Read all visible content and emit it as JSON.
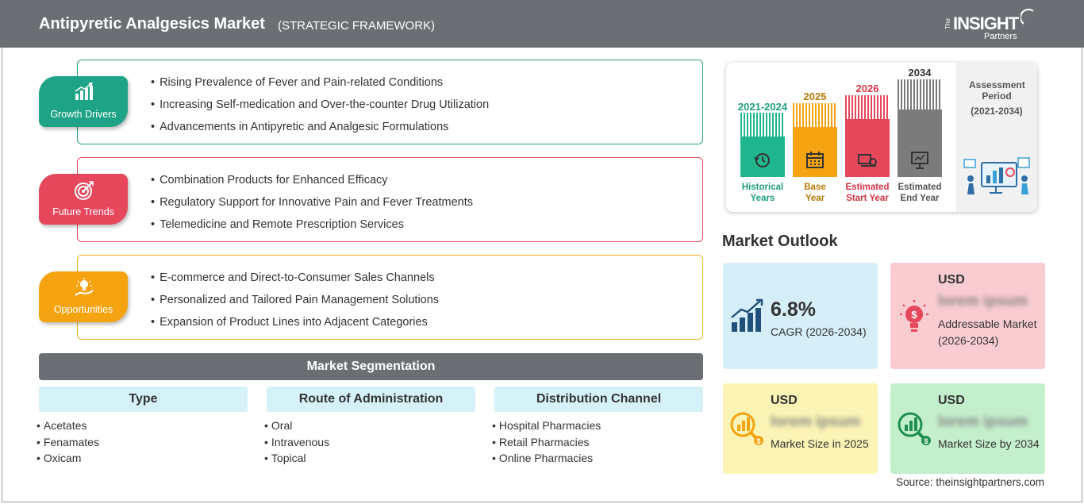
{
  "header": {
    "title": "Antipyretic Analgesics Market",
    "subtitle": "(STRATEGIC FRAMEWORK)",
    "logo": {
      "the": "The",
      "insight": "INSIGHT",
      "partners": "Partners"
    }
  },
  "framework": [
    {
      "label": "Growth Drivers",
      "color": "#1fa386",
      "icon": "bar-chart-icon",
      "items": [
        "Rising Prevalence of Fever and Pain-related Conditions",
        "Increasing Self-medication and Over-the-counter Drug Utilization",
        "Advancements in Antipyretic and Analgesic Formulations"
      ]
    },
    {
      "label": "Future Trends",
      "color": "#e7475b",
      "icon": "target-icon",
      "items": [
        "Combination Products for Enhanced Efficacy",
        "Regulatory Support for Innovative Pain and Fever Treatments",
        "Telemedicine and Remote Prescription Services"
      ]
    },
    {
      "label": "Opportunities",
      "color": "#f5a311",
      "icon": "lightbulb-hand-icon",
      "items": [
        "E-commerce and Direct-to-Consumer Sales Channels",
        "Personalized and Tailored Pain Management Solutions",
        "Expansion of Product Lines into Adjacent Categories"
      ]
    }
  ],
  "segmentation": {
    "title": "Market Segmentation",
    "columns": [
      {
        "heading": "Type",
        "items": [
          "Acetates",
          "Fenamates",
          "Oxicam"
        ]
      },
      {
        "heading": "Route of Administration",
        "items": [
          "Oral",
          "Intravenous",
          "Topical"
        ]
      },
      {
        "heading": "Distribution Channel",
        "items": [
          "Hospital Pharmacies",
          "Retail Pharmacies",
          "Online Pharmacies"
        ]
      }
    ]
  },
  "timeline": {
    "periods": [
      {
        "year": "2021-2024",
        "caption1": "Historical",
        "caption2": "Years",
        "color": "#1fb58f",
        "year_color": "#1f9e7f",
        "icon": "history-icon"
      },
      {
        "year": "2025",
        "caption1": "Base",
        "caption2": "Year",
        "color": "#f5a311",
        "year_color": "#b87a06",
        "icon": "calendar-icon"
      },
      {
        "year": "2026",
        "caption1": "Estimated",
        "caption2": "Start Year",
        "color": "#e7475b",
        "year_color": "#d63346",
        "icon": "projector-icon"
      },
      {
        "year": "2034",
        "caption1": "Estimated",
        "caption2": "End Year",
        "color": "#7b7b7b",
        "year_color": "#333333",
        "icon": "presentation-icon"
      }
    ],
    "assessment_label": "Assessment Period",
    "assessment_range": "(2021-2034)"
  },
  "outlook": {
    "title": "Market Outlook",
    "cagr": {
      "value": "6.8%",
      "label": "CAGR (2026-2034)"
    },
    "addressable": {
      "currency": "USD",
      "value": "lorem ipsum",
      "label": "Addressable Market (2026-2034)"
    },
    "size_2025": {
      "currency": "USD",
      "value": "lorem ipsum",
      "label": "Market Size in 2025"
    },
    "size_2034": {
      "currency": "USD",
      "value": "lorem ipsum",
      "label": "Market Size by 2034"
    }
  },
  "source": "Source: theinsightpartners.com"
}
